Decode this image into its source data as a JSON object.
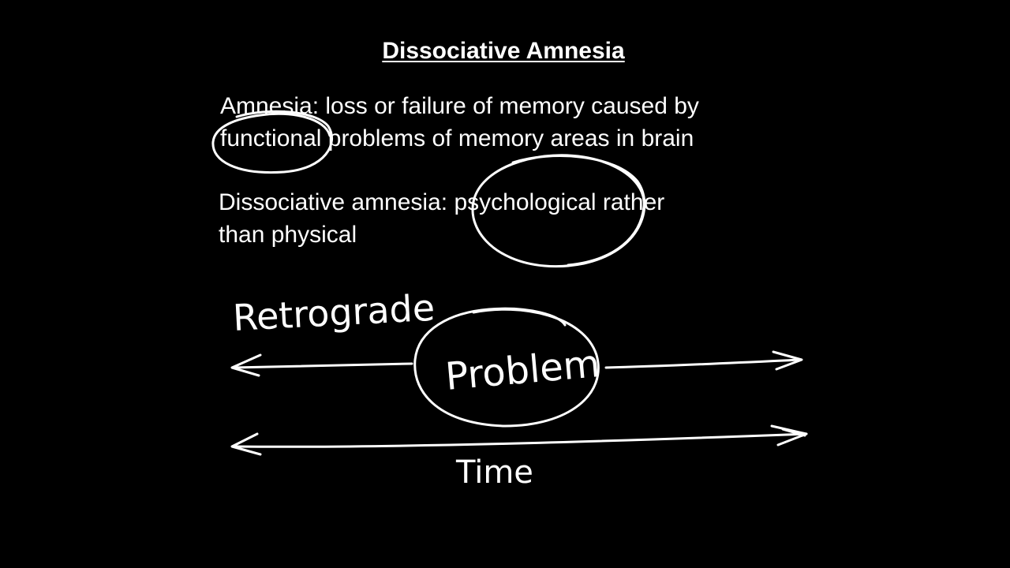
{
  "slide": {
    "title": "Dissociative Amnesia",
    "definition": {
      "line1": "Amnesia: loss or failure of memory caused by",
      "line2": "functional problems of memory areas in brain"
    },
    "dissociative": {
      "line1": "Dissociative amnesia: psychological rather",
      "line2": "than physical"
    }
  },
  "diagram": {
    "retrograde_label": "Retrograde",
    "problem_label": "Problem",
    "time_label": "Time"
  },
  "colors": {
    "background": "#000000",
    "ink": "#ffffff"
  }
}
